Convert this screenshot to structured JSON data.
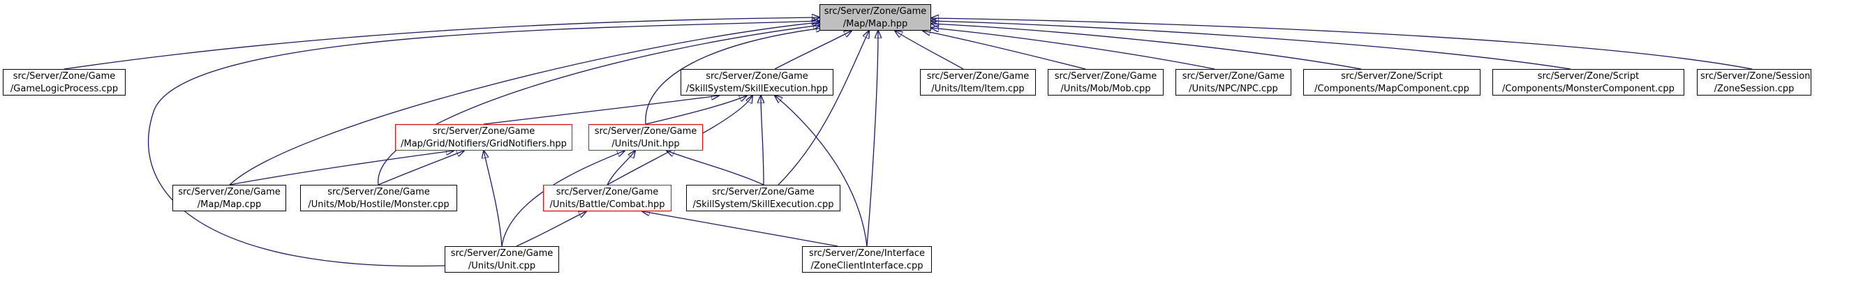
{
  "diagram": {
    "type": "include-dependency-graph",
    "nodes": [
      {
        "id": "map_hpp",
        "lines": [
          "src/Server/Zone/Game",
          "/Map/Map.hpp"
        ],
        "style": "current"
      },
      {
        "id": "gamelogic_cpp",
        "lines": [
          "src/Server/Zone/Game",
          "/GameLogicProcess.cpp"
        ],
        "style": "normal"
      },
      {
        "id": "skillexec_hpp",
        "lines": [
          "src/Server/Zone/Game",
          "/SkillSystem/SkillExecution.hpp"
        ],
        "style": "normal"
      },
      {
        "id": "item_cpp",
        "lines": [
          "src/Server/Zone/Game",
          "/Units/Item/Item.cpp"
        ],
        "style": "normal"
      },
      {
        "id": "mob_cpp",
        "lines": [
          "src/Server/Zone/Game",
          "/Units/Mob/Mob.cpp"
        ],
        "style": "normal"
      },
      {
        "id": "npc_cpp",
        "lines": [
          "src/Server/Zone/Game",
          "/Units/NPC/NPC.cpp"
        ],
        "style": "normal"
      },
      {
        "id": "mapcomp_cpp",
        "lines": [
          "src/Server/Zone/Script",
          "/Components/MapComponent.cpp"
        ],
        "style": "normal"
      },
      {
        "id": "monstercomp_cpp",
        "lines": [
          "src/Server/Zone/Script",
          "/Components/MonsterComponent.cpp"
        ],
        "style": "normal"
      },
      {
        "id": "zonesession_cpp",
        "lines": [
          "src/Server/Zone/Session",
          "/ZoneSession.cpp"
        ],
        "style": "normal"
      },
      {
        "id": "gridnotifiers_hpp",
        "lines": [
          "src/Server/Zone/Game",
          "/Map/Grid/Notifiers/GridNotifiers.hpp"
        ],
        "style": "truncated"
      },
      {
        "id": "unit_hpp",
        "lines": [
          "src/Server/Zone/Game",
          "/Units/Unit.hpp"
        ],
        "style": "truncated"
      },
      {
        "id": "map_cpp",
        "lines": [
          "src/Server/Zone/Game",
          "/Map/Map.cpp"
        ],
        "style": "normal"
      },
      {
        "id": "monster_cpp",
        "lines": [
          "src/Server/Zone/Game",
          "/Units/Mob/Hostile/Monster.cpp"
        ],
        "style": "normal"
      },
      {
        "id": "combat_hpp",
        "lines": [
          "src/Server/Zone/Game",
          "/Units/Battle/Combat.hpp"
        ],
        "style": "truncated"
      },
      {
        "id": "skillexec_cpp",
        "lines": [
          "src/Server/Zone/Game",
          "/SkillSystem/SkillExecution.cpp"
        ],
        "style": "normal"
      },
      {
        "id": "unit_cpp",
        "lines": [
          "src/Server/Zone/Game",
          "/Units/Unit.cpp"
        ],
        "style": "normal"
      },
      {
        "id": "zoneclient_cpp",
        "lines": [
          "src/Server/Zone/Interface",
          "/ZoneClientInterface.cpp"
        ],
        "style": "normal"
      }
    ],
    "edges": [
      {
        "from": "gamelogic_cpp",
        "to": "map_hpp"
      },
      {
        "from": "unit_cpp",
        "to": "map_hpp"
      },
      {
        "from": "map_cpp",
        "to": "map_hpp"
      },
      {
        "from": "monster_cpp",
        "to": "map_hpp"
      },
      {
        "from": "unit_hpp",
        "to": "map_hpp"
      },
      {
        "from": "skillexec_hpp",
        "to": "map_hpp"
      },
      {
        "from": "skillexec_cpp",
        "to": "map_hpp"
      },
      {
        "from": "zoneclient_cpp",
        "to": "map_hpp"
      },
      {
        "from": "item_cpp",
        "to": "map_hpp"
      },
      {
        "from": "mob_cpp",
        "to": "map_hpp"
      },
      {
        "from": "npc_cpp",
        "to": "map_hpp"
      },
      {
        "from": "mapcomp_cpp",
        "to": "map_hpp"
      },
      {
        "from": "monstercomp_cpp",
        "to": "map_hpp"
      },
      {
        "from": "zonesession_cpp",
        "to": "map_hpp"
      },
      {
        "from": "gridnotifiers_hpp",
        "to": "skillexec_hpp"
      },
      {
        "from": "unit_hpp",
        "to": "skillexec_hpp"
      },
      {
        "from": "combat_hpp",
        "to": "skillexec_hpp"
      },
      {
        "from": "skillexec_cpp",
        "to": "skillexec_hpp"
      },
      {
        "from": "zoneclient_cpp",
        "to": "skillexec_hpp"
      },
      {
        "from": "map_cpp",
        "to": "gridnotifiers_hpp"
      },
      {
        "from": "monster_cpp",
        "to": "gridnotifiers_hpp"
      },
      {
        "from": "unit_cpp",
        "to": "gridnotifiers_hpp"
      },
      {
        "from": "combat_hpp",
        "to": "unit_hpp"
      },
      {
        "from": "skillexec_cpp",
        "to": "unit_hpp"
      },
      {
        "from": "unit_cpp",
        "to": "unit_hpp"
      },
      {
        "from": "unit_cpp",
        "to": "combat_hpp"
      },
      {
        "from": "zoneclient_cpp",
        "to": "combat_hpp"
      }
    ],
    "colors": {
      "edge": "#191970",
      "current_fill": "#bfbfbf",
      "border": "#000000",
      "truncated_border": "#ff0000",
      "background": "#ffffff"
    }
  }
}
